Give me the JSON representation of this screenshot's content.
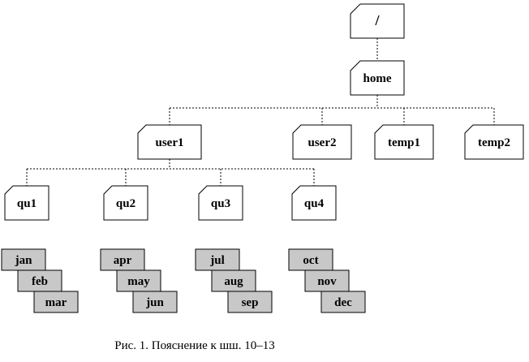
{
  "diagram": {
    "root": {
      "label": "/"
    },
    "home": {
      "label": "home"
    },
    "level2": [
      {
        "id": "user1",
        "label": "user1"
      },
      {
        "id": "user2",
        "label": "user2"
      },
      {
        "id": "temp1",
        "label": "temp1"
      },
      {
        "id": "temp2",
        "label": "temp2"
      }
    ],
    "quarters": [
      {
        "id": "qu1",
        "label": "qu1",
        "files": [
          "jan",
          "feb",
          "mar"
        ]
      },
      {
        "id": "qu2",
        "label": "qu2",
        "files": [
          "apr",
          "may",
          "jun"
        ]
      },
      {
        "id": "qu3",
        "label": "qu3",
        "files": [
          "jul",
          "aug",
          "sep"
        ]
      },
      {
        "id": "qu4",
        "label": "qu4",
        "files": [
          "oct",
          "nov",
          "dec"
        ]
      }
    ],
    "colors": {
      "file_fill": "#c8c8c8",
      "dir_fill": "#ffffff",
      "stroke": "#000000"
    }
  },
  "caption": "Рис. 1. Пояснение к шш. 10–13"
}
